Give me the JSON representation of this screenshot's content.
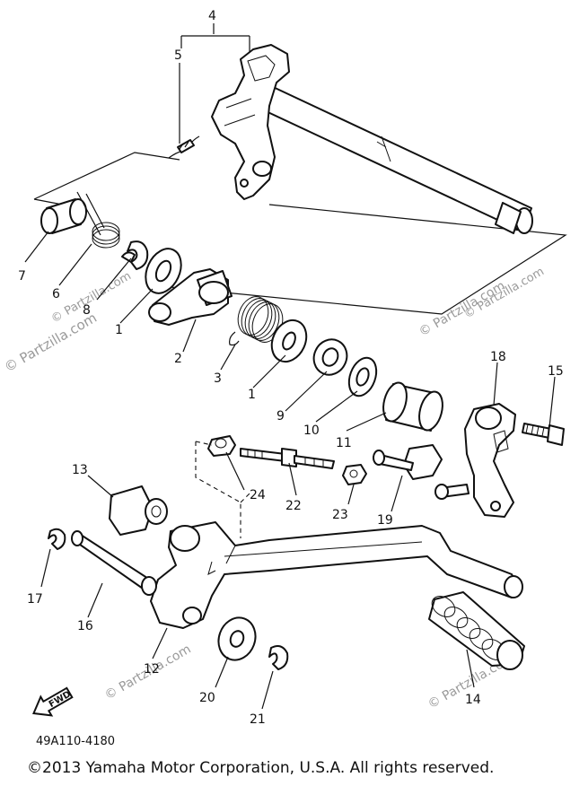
{
  "diagram": {
    "part_numbers": [
      "1",
      "1",
      "2",
      "3",
      "4",
      "5",
      "6",
      "7",
      "8",
      "9",
      "10",
      "11",
      "12",
      "13",
      "14",
      "15",
      "16",
      "17",
      "18",
      "19",
      "20",
      "21",
      "22",
      "23",
      "24"
    ],
    "diagram_code": "49A110-4180",
    "direction_label": "FWD",
    "copyright": "©2013  Yamaha Motor Corporation, U.S.A. All rights reserved.",
    "watermarks": [
      "© Partzilla.com",
      "© Partzilla.com",
      "© Partzilla.com",
      "© Partzilla.com",
      "© Partzilla.com",
      "© Partzilla.com"
    ]
  },
  "colors": {
    "ink": "#111111",
    "watermark": "#9a9a9a",
    "background": "#ffffff"
  }
}
